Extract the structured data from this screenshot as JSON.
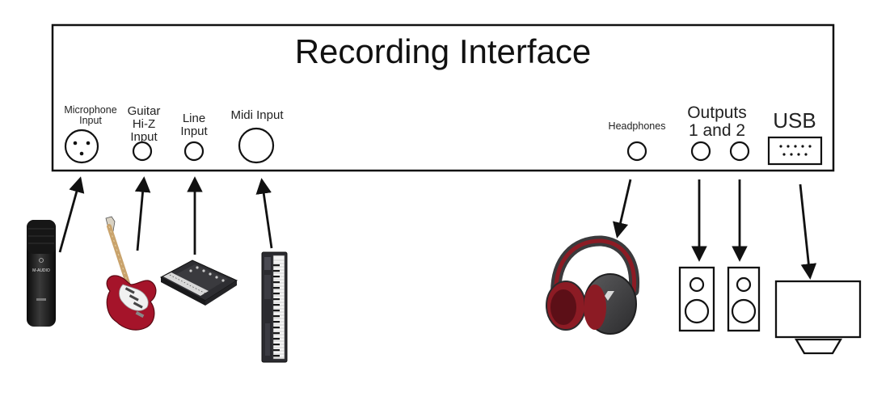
{
  "title": "Recording Interface",
  "inputs": {
    "microphone": "Microphone\nInput",
    "guitar": "Guitar\nHi-Z\nInput",
    "line": "Line\nInput",
    "midi": "Midi Input"
  },
  "outputs": {
    "headphones": "Headphones",
    "speakers": "Outputs\n1 and 2",
    "usb": "USB"
  },
  "brand_marks": {
    "microphone": "M-AUDIO"
  },
  "colors": {
    "line": "#111111",
    "headphone_accent": "#8c1b24",
    "guitar_body": "#a5142a",
    "keyboard_body": "#2e2e32"
  },
  "icons": [
    "microphone-icon",
    "electric-guitar-icon",
    "synthesizer-icon",
    "midi-keyboard-icon",
    "headphones-icon",
    "speaker-left-icon",
    "speaker-right-icon",
    "computer-monitor-icon"
  ]
}
